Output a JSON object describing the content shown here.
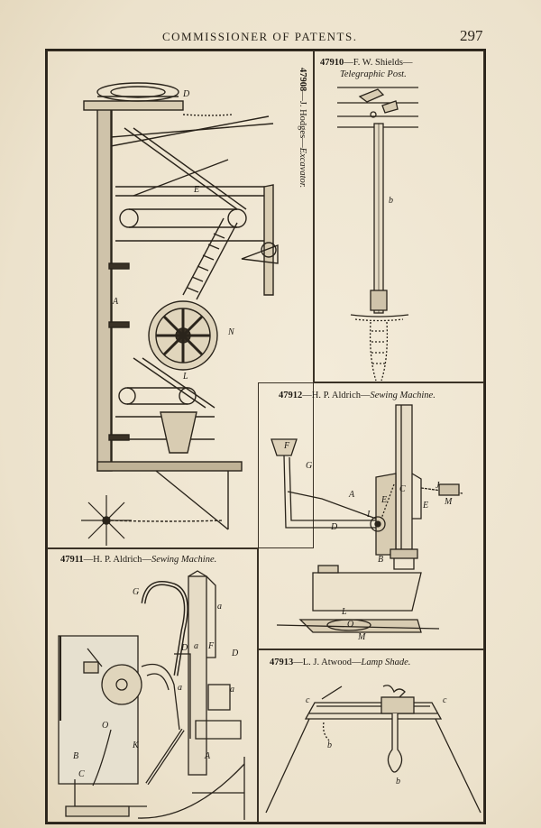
{
  "header": {
    "running_head": "COMMISSIONER OF PATENTS.",
    "page_number": "297"
  },
  "figures": [
    {
      "id": "47908",
      "caption_number": "47908",
      "caption_sep": "—",
      "caption_name": "J. Hodges",
      "caption_title": "Excavator.",
      "labels": [
        "D",
        "E",
        "A",
        "N",
        "L"
      ]
    },
    {
      "id": "47910",
      "caption_number": "47910",
      "caption_sep": "—",
      "caption_name": "F. W. Shields",
      "caption_title": "Telegraphic Post.",
      "labels": [
        "b"
      ]
    },
    {
      "id": "47911",
      "caption_number": "47911",
      "caption_sep": "—",
      "caption_name": "H. P. Aldrich",
      "caption_title": "Sewing Machine.",
      "labels": [
        "G",
        "a",
        "a",
        "D",
        "F",
        "D",
        "a",
        "a",
        "O",
        "K",
        "B",
        "C",
        "A"
      ]
    },
    {
      "id": "47912",
      "caption_number": "47912",
      "caption_sep": "—",
      "caption_name": "H. P. Aldrich",
      "caption_title": "Sewing Machine.",
      "labels": [
        "F",
        "G",
        "A",
        "E",
        "C",
        "J",
        "I",
        "E",
        "M",
        "D",
        "B",
        "L",
        "O",
        "M"
      ]
    },
    {
      "id": "47913",
      "caption_number": "47913",
      "caption_sep": "—",
      "caption_name": "L. J. Atwood",
      "caption_title": "Lamp Shade.",
      "labels": [
        "c",
        "c",
        "b",
        "b"
      ]
    }
  ]
}
